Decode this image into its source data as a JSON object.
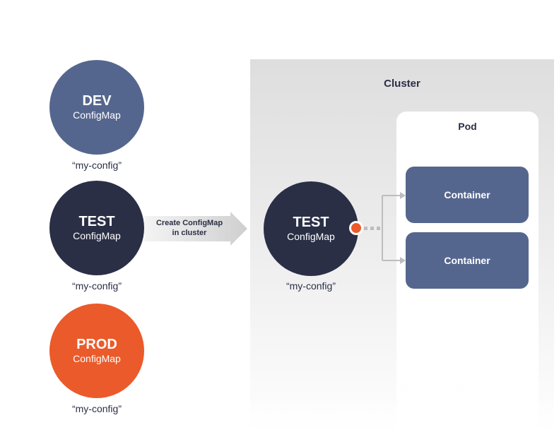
{
  "configmaps": [
    {
      "env": "DEV",
      "type": "ConfigMap",
      "name": "“my-config”"
    },
    {
      "env": "TEST",
      "type": "ConfigMap",
      "name": "“my-config”"
    },
    {
      "env": "PROD",
      "type": "ConfigMap",
      "name": "“my-config”"
    }
  ],
  "arrow": {
    "line1": "Create ConfigMap",
    "line2": "in cluster"
  },
  "cluster": {
    "title": "Cluster",
    "configmap": {
      "env": "TEST",
      "type": "ConfigMap",
      "name": "“my-config”"
    },
    "pod": {
      "title": "Pod",
      "containers": [
        {
          "label": "Container"
        },
        {
          "label": "Container"
        }
      ]
    }
  },
  "colors": {
    "dev": "#55668e",
    "test": "#2a2f46",
    "prod": "#eb5a2a",
    "connector": "#bdbdbd"
  }
}
